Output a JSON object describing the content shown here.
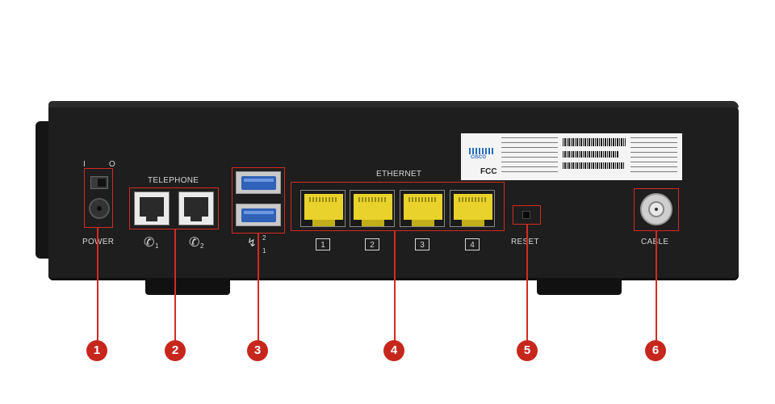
{
  "labels": {
    "power": "POWER",
    "telephone": "TELEPHONE",
    "ethernet": "ETHERNET",
    "reset": "RESET",
    "cable": "CABLE",
    "switch_on": "I",
    "switch_off": "O",
    "tel1": "1",
    "tel2": "2",
    "usb_top": "2",
    "usb_bottom": "1"
  },
  "ethernet_ports": [
    "1",
    "2",
    "3",
    "4"
  ],
  "sticker": {
    "brand": "CISCO",
    "marks": "FCC"
  },
  "callouts": [
    "1",
    "2",
    "3",
    "4",
    "5",
    "6"
  ],
  "colors": {
    "device": "#1e1e1e",
    "callout": "#c7261d",
    "ethernet_port": "#e8d22b",
    "usb_port": "#2f62b8"
  }
}
